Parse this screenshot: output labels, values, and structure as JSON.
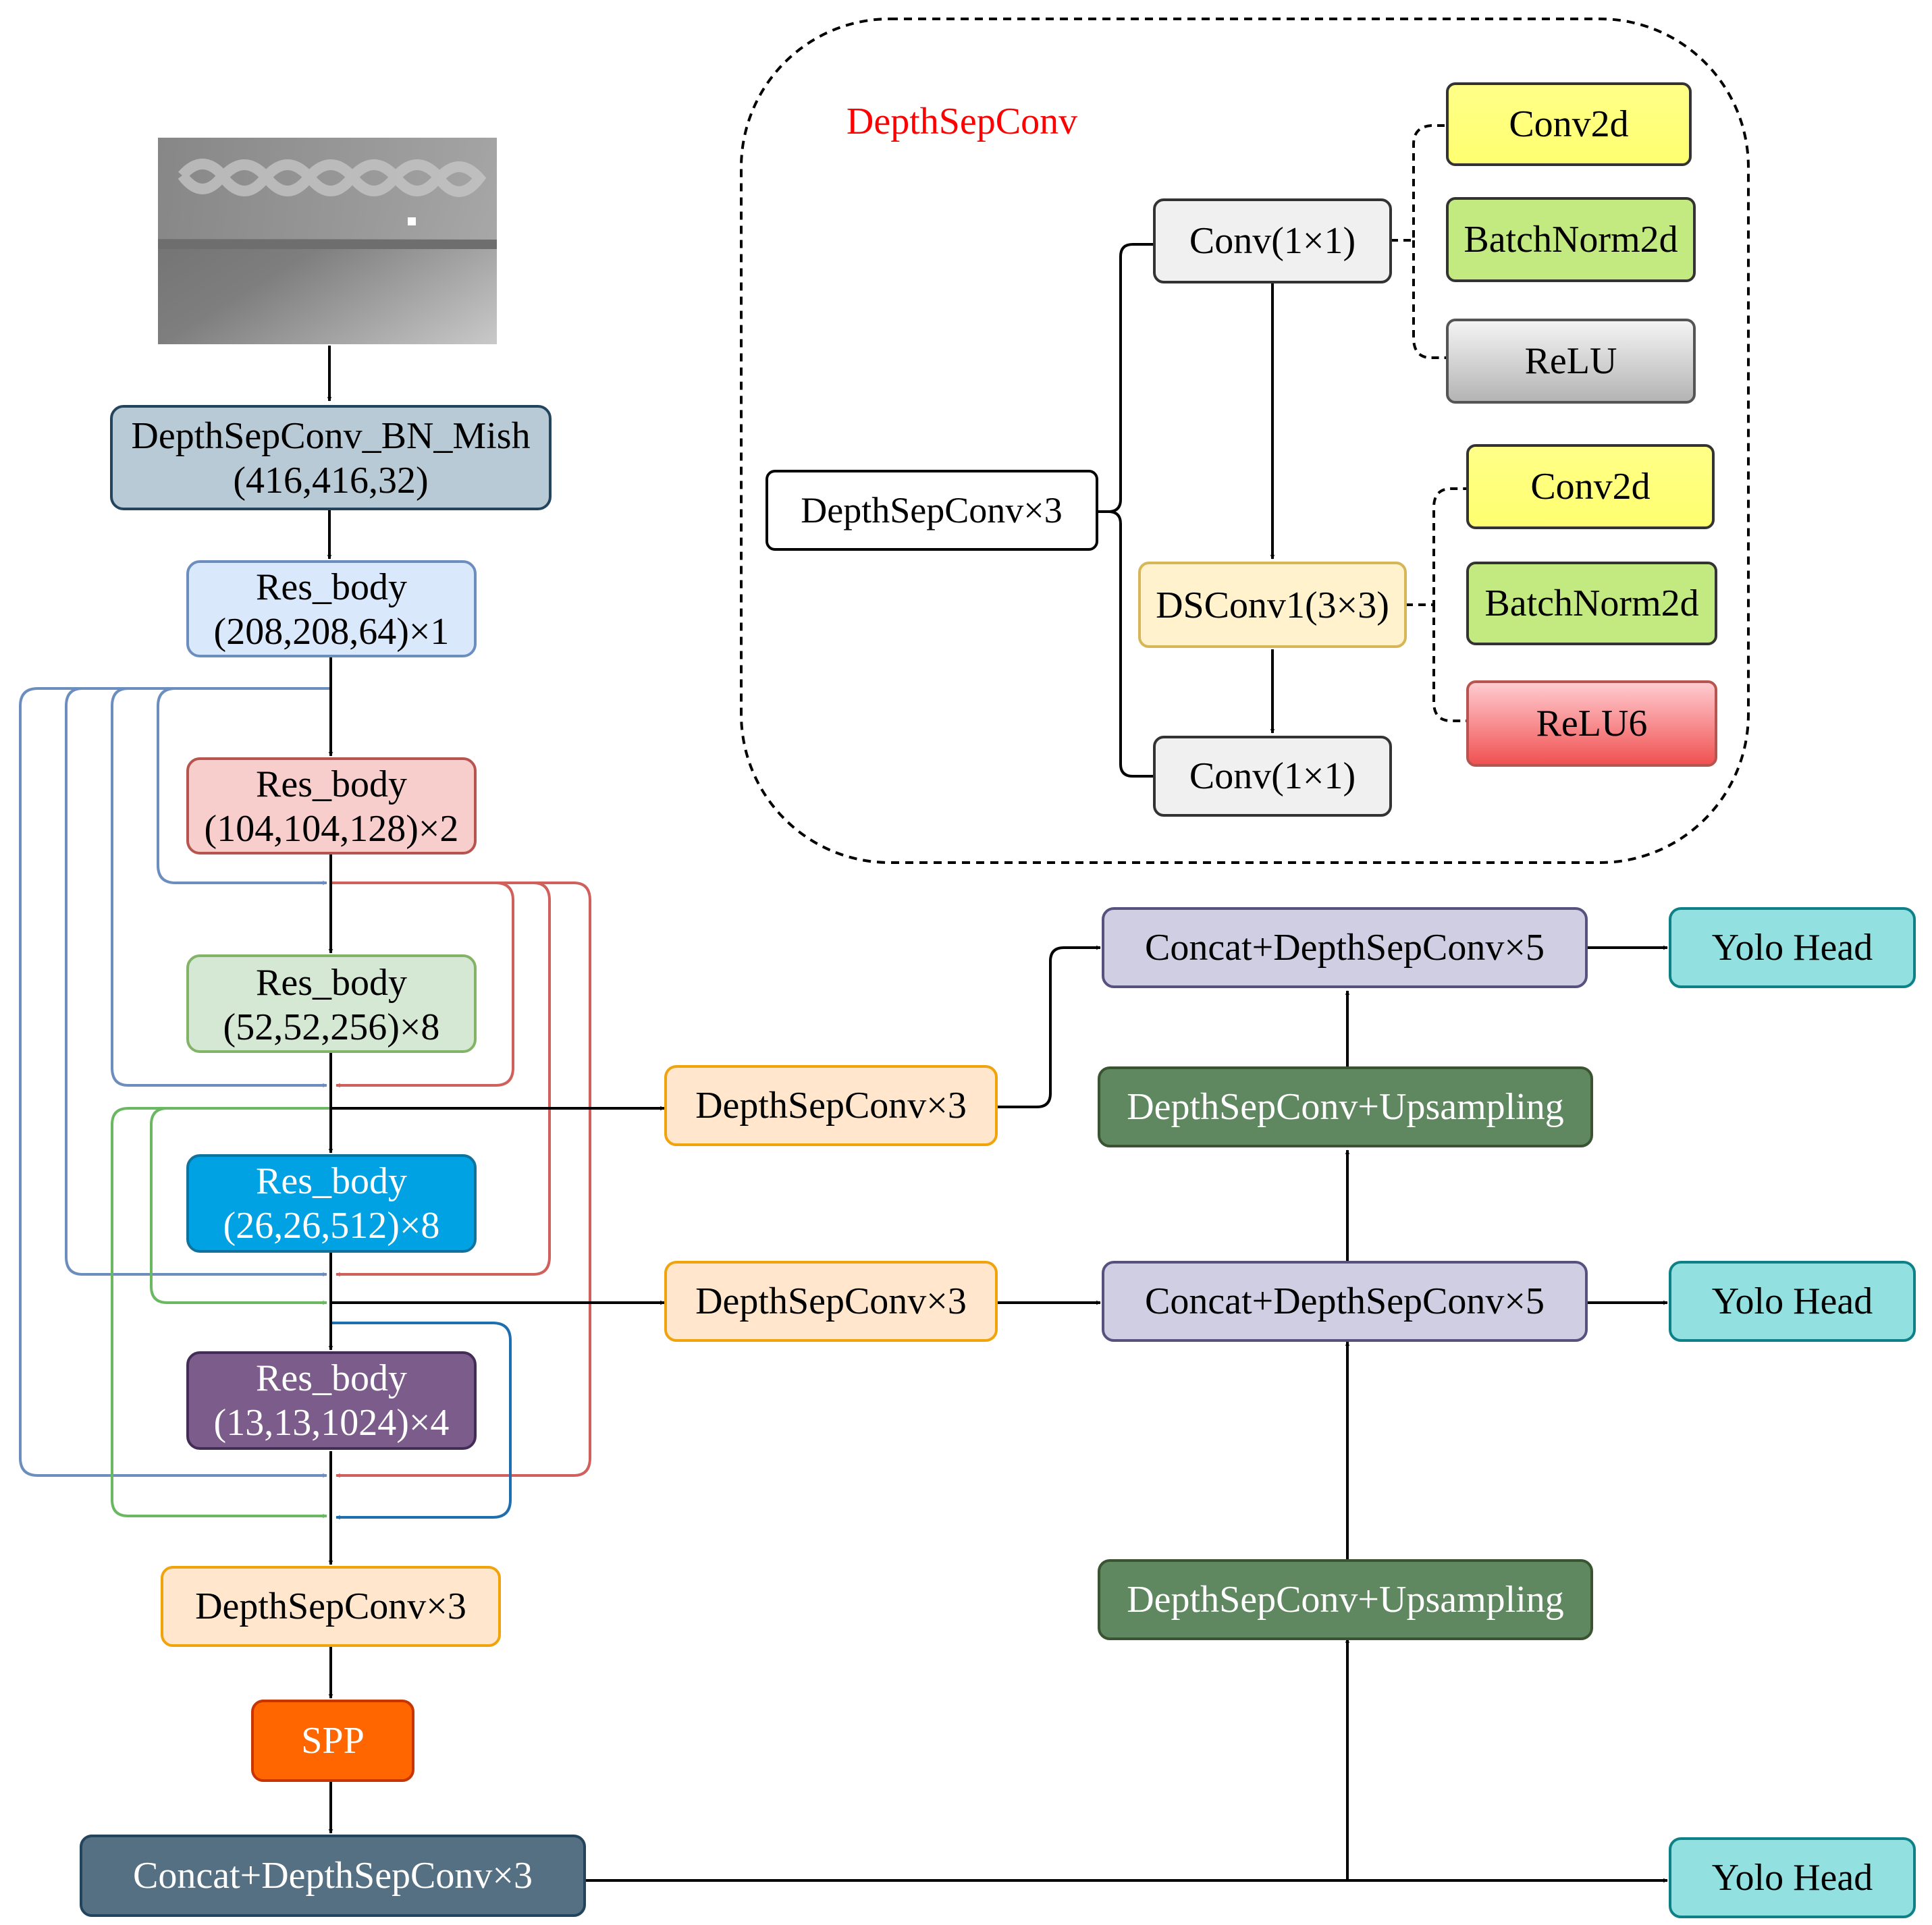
{
  "detail": {
    "title": "DepthSepConv",
    "title_color": "#ff0000",
    "root": "DepthSepConv×3",
    "conv_top": "Conv(1×1)",
    "dsconv": "DSConv1(3×3)",
    "conv_bottom": "Conv(1×1)",
    "group1": [
      "Conv2d",
      "BatchNorm2d",
      "ReLU"
    ],
    "group2": [
      "Conv2d",
      "BatchNorm2d",
      "ReLU6"
    ]
  },
  "backbone": {
    "input_image_icon": "weld-xray-image",
    "stem": {
      "l1": "DepthSepConv_BN_Mish",
      "l2": "(416,416,32)"
    },
    "res1": {
      "l1": "Res_body",
      "l2": "(208,208,64)×1"
    },
    "res2": {
      "l1": "Res_body",
      "l2": "(104,104,128)×2"
    },
    "res3": {
      "l1": "Res_body",
      "l2": "(52,52,256)×8"
    },
    "res4": {
      "l1": "Res_body",
      "l2": "(26,26,512)×8"
    },
    "res5": {
      "l1": "Res_body",
      "l2": "(13,13,1024)×4"
    },
    "conv3": "DepthSepConv×3",
    "spp": "SPP",
    "concat": "Concat+DepthSepConv×3"
  },
  "neck": {
    "side_top": "DepthSepConv×3",
    "side_mid": "DepthSepConv×3",
    "concat_top": "Concat+DepthSepConv×5",
    "concat_mid": "Concat+DepthSepConv×5",
    "up_top": "DepthSepConv+Upsampling",
    "up_bottom": "DepthSepConv+Upsampling"
  },
  "heads": [
    "Yolo Head",
    "Yolo Head",
    "Yolo Head"
  ],
  "colors": {
    "stem": "#b8cad6",
    "res1": "#dae8fc",
    "res2": "#f8cecc",
    "res3": "#d5e8d4",
    "res4": "#00a2e3",
    "res5": "#7b5c8a",
    "orange": "#ffe6cc",
    "spp": "#ff6600",
    "concat_dark": "#557083",
    "lavender": "#d0cee2",
    "upsample": "#5f8760",
    "yolo": "#93e0e0",
    "yellow": "#ffff88",
    "green": "#c2ea80",
    "gray": "#d2d2d2",
    "red": "#f66a6a",
    "conv_gray": "#f0f0f0",
    "line_blue": "#6c8ebf",
    "line_red": "#d0605c",
    "line_green": "#6ab962",
    "line_darkblue": "#1f6fb0"
  }
}
